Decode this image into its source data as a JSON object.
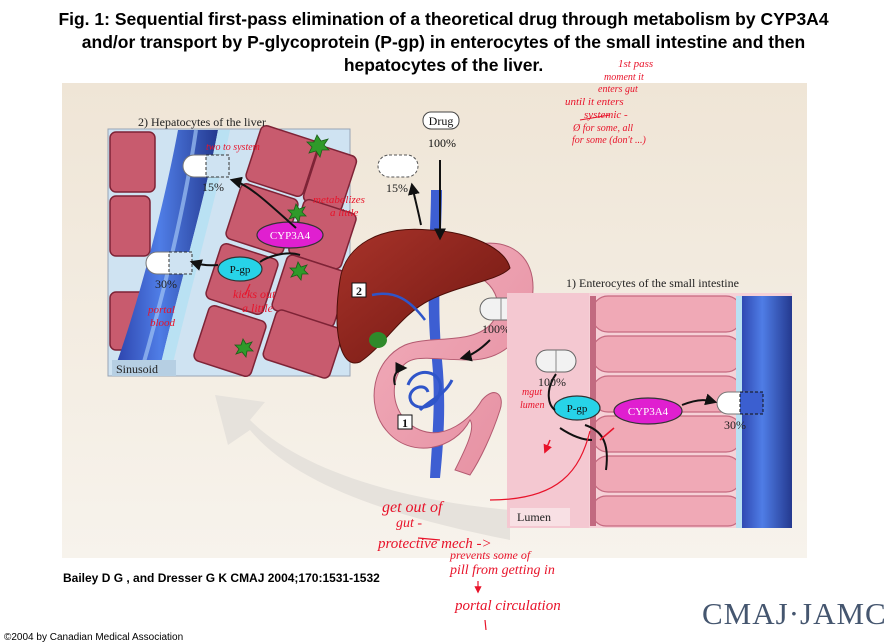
{
  "title": {
    "line1": "Fig. 1: Sequential first-pass elimination of a theoretical drug through metabolism by CYP3A4",
    "line2": "and/or transport by P-glycoprotein (P-gp) in enterocytes of the small intestine and then",
    "line3": "hepatocytes of the liver."
  },
  "labels": {
    "hepatocytes": "2) Hepatocytes of the liver",
    "enterocytes": "1) Enterocytes of the small intestine",
    "sinusoid": "Sinusoid",
    "lumen": "Lumen",
    "drug": "Drug",
    "drug_pct": "100%",
    "cyp_liver": "CYP3A4",
    "pgp_liver": "P-gp",
    "cyp_gut": "CYP3A4",
    "pgp_gut": "P-gp",
    "pct_15_liver": "15%",
    "pct_30_liver": "30%",
    "pct_15_portal": "15%",
    "pct_100_a": "100%",
    "pct_100_b": "100%",
    "pct_30_gut": "30%",
    "num_2": "2",
    "num_1": "1"
  },
  "annotations": {
    "first_pass": [
      "1st pass",
      "moment it",
      "enters gut",
      "until it enters",
      "systemic -",
      "Ø for some, all",
      "for some (don't ...)"
    ],
    "two_to_system": "two to system",
    "metabolizes": [
      "metabolizes",
      "a little"
    ],
    "kicks_out": [
      "kicks out",
      "a little"
    ],
    "portal_blood": [
      "portal",
      "blood"
    ],
    "mgut_lumen": [
      "mgut",
      "lumen"
    ],
    "get_out": [
      "get out of",
      "gut -",
      "protective mech ->",
      "prevents some of",
      "pill from getting in"
    ],
    "portal_circulation": "portal circulation"
  },
  "citation": "Bailey D G , and Dresser G K CMAJ 2004;170:1531-1532",
  "copyright": "©2004 by Canadian Medical Association",
  "logo": "CMAJ·JAMC",
  "colors": {
    "title_text": "#000000",
    "annotation_red": "#e8132a",
    "cyp_magenta": "#e01fd0",
    "pgp_cyan": "#27d3e8",
    "liver_brown": "#8b2318",
    "blood_blue": "#2f55c9",
    "cell_pink": "#c9566a",
    "logo": "#45566f"
  }
}
